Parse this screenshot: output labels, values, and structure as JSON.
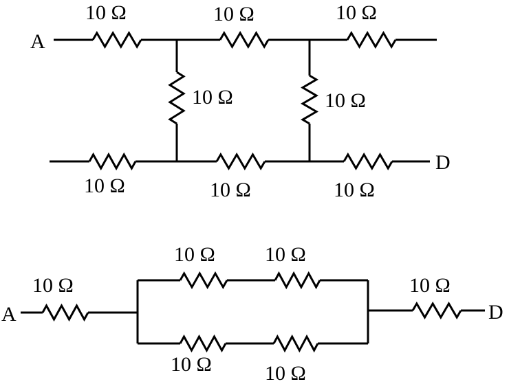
{
  "top_circuit": {
    "node_a": "A",
    "node_d": "D",
    "resistors": [
      "10 Ω",
      "10 Ω",
      "10 Ω",
      "10 Ω",
      "10 Ω",
      "10 Ω",
      "10 Ω",
      "10 Ω"
    ]
  },
  "bottom_circuit": {
    "node_a": "A",
    "node_d": "D",
    "resistors": [
      "10 Ω",
      "10 Ω",
      "10 Ω",
      "10 Ω",
      "10 Ω",
      "10 Ω"
    ]
  }
}
